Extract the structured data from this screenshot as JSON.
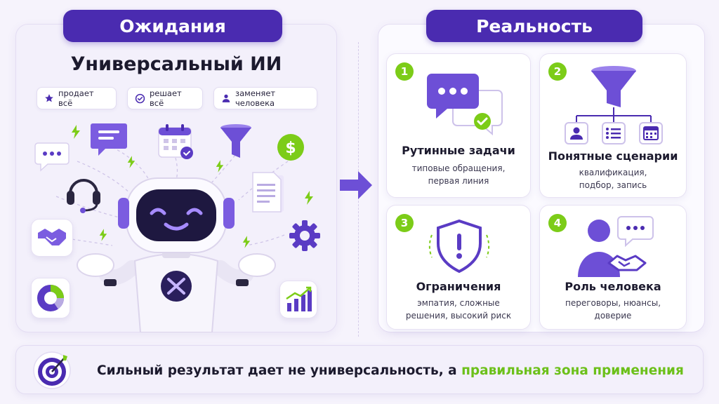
{
  "expectations": {
    "header": "Ожидания",
    "title": "Универсальный ИИ",
    "chips": [
      {
        "label": "продает всё",
        "icon": "star-icon"
      },
      {
        "label": "решает всё",
        "icon": "check-circle-icon"
      },
      {
        "label": "заменяет человека",
        "icon": "user-icon"
      }
    ]
  },
  "reality": {
    "header": "Реальность",
    "cards": [
      {
        "number": "1",
        "title": "Рутинные задачи",
        "desc": [
          "типовые обращения,",
          "первая линия"
        ],
        "icon": "chat-bubbles-icon"
      },
      {
        "number": "2",
        "title": "Понятные сценарии",
        "desc": [
          "квалификация,",
          "подбор, запись"
        ],
        "icon": "funnel-flow-icon"
      },
      {
        "number": "3",
        "title": "Ограничения",
        "desc": [
          "эмпатия, сложные",
          "решения, высокий риск"
        ],
        "icon": "warning-shield-icon"
      },
      {
        "number": "4",
        "title": "Роль человека",
        "desc": [
          "переговоры, нюансы,",
          "доверие"
        ],
        "icon": "person-handshake-icon"
      }
    ]
  },
  "footer": {
    "text_main": "Сильный результат дает не универсальность, а ",
    "text_highlight": "правильная зона применения",
    "icon": "target-icon"
  },
  "colors": {
    "accent": "#4a2bb0",
    "accent_light": "#7b5ce0",
    "green": "#7ccc18",
    "background": "#f6f3fc"
  }
}
